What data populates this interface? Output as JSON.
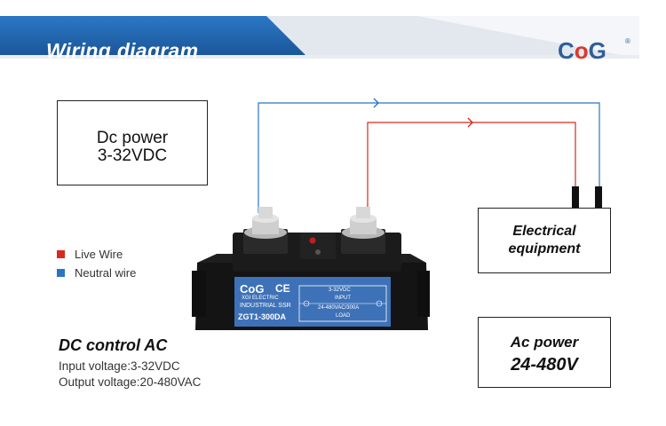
{
  "header": {
    "title": "Wiring diagram",
    "brand_left": "C",
    "brand_mid": "o",
    "brand_right": "G",
    "brand_reg": "®"
  },
  "dc_power": {
    "line1": "Dc power",
    "line2": "3-32VDC"
  },
  "equipment": {
    "line1": "Electrical",
    "line2": "equipment"
  },
  "ac_power": {
    "line1": "Ac power",
    "line2": "24-480V"
  },
  "legend": [
    {
      "label": "Live Wire",
      "color": "#d62a1e"
    },
    {
      "label": "Neutral wire",
      "color": "#2b74c0"
    }
  ],
  "control": {
    "title": "DC control AC",
    "input": "Input voltage:3-32VDC",
    "output": "Output voltage:20-480VAC"
  },
  "relay": {
    "logo": "CoG",
    "maker": "XGI ELECTRIC",
    "type": "INDUSTRIAL SSR",
    "model": "ZGT1-300DA",
    "input_voltage": "3-32VDC",
    "input_label": "INPUT",
    "load_rating": "24-480VAC/300A",
    "load_label": "LOAD"
  },
  "colors": {
    "header_blue": "#1d5fa6",
    "live": "#d62a1e",
    "neutral": "#2b74c0"
  }
}
